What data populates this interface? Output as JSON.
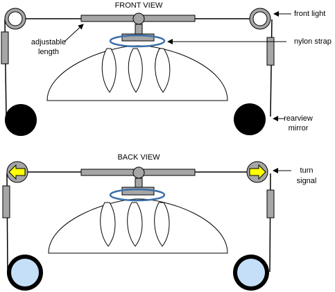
{
  "views": {
    "front": {
      "title": "FRONT VIEW"
    },
    "back": {
      "title": "BACK VIEW"
    }
  },
  "labels": {
    "adjustable_line1": "adjustable",
    "adjustable_line2": "length",
    "front_light": "front light",
    "nylon_strap": "nylon strap",
    "rearview_line1": "rearview",
    "rearview_line2": "mirror",
    "turn_line1": "turn",
    "turn_line2": "signal"
  },
  "icons": {
    "front_light": "front-light-icon",
    "turn_signal": "turn-signal-arrow-icon",
    "mirror_front": "mirror-dark-icon",
    "mirror_back": "mirror-reflective-icon"
  },
  "colors": {
    "rod_fill": "#a6a6a6",
    "strap": "#3b6fa8",
    "turn_signal_arrow": "#ffff00",
    "mirror_dark": "#000000",
    "mirror_glass": "#c5dff8",
    "line": "#000000"
  }
}
